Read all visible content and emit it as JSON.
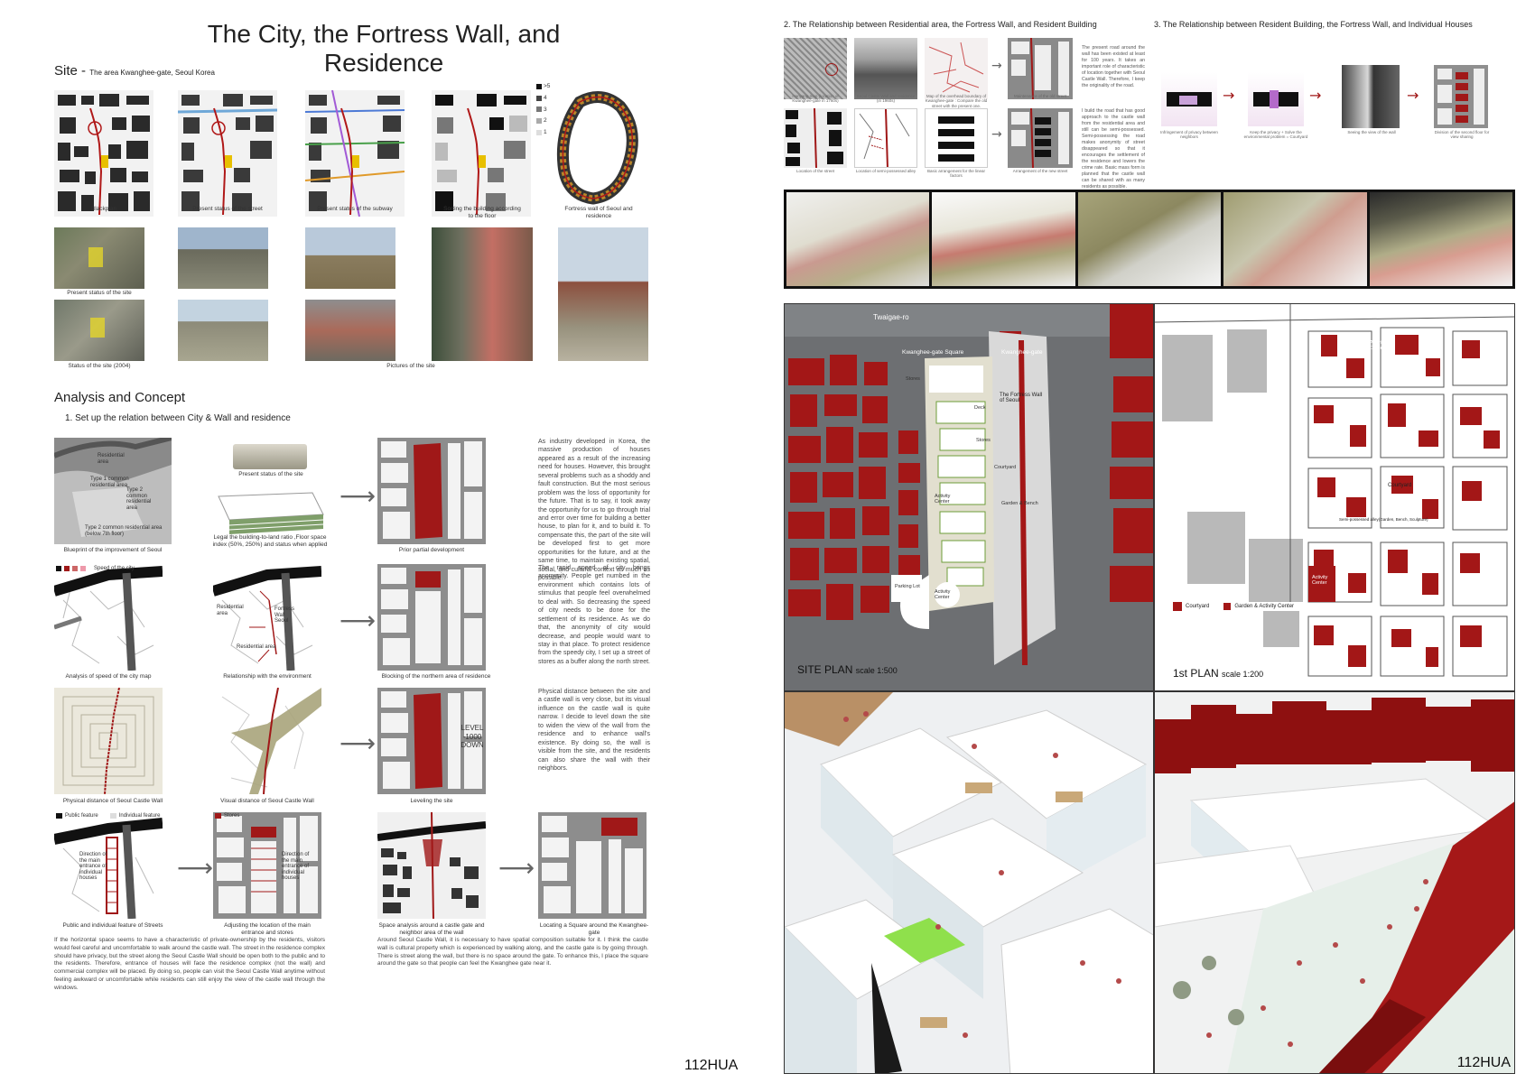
{
  "title": "The City, the Fortress Wall, and Residence",
  "site": {
    "heading": "Site -",
    "subheading": "The area Kwanghee-gate, Seoul Korea",
    "maps": [
      {
        "caption": "Blackplan"
      },
      {
        "caption": "Present status of the street"
      },
      {
        "caption": "Present status of the subway"
      },
      {
        "caption": "Sorting the building according to the floor"
      },
      {
        "caption": "Fortress wall of Seoul and residence"
      }
    ],
    "legend": [
      ">5",
      "4",
      "3",
      "2",
      "1"
    ],
    "photo_captions": {
      "present": "Present status of the site",
      "status2004": "Status of the site (2004)",
      "pictures": "Pictures of the site"
    }
  },
  "analysis": {
    "heading": "Analysis and Concept",
    "subheading": "1. Set up the relation between City & Wall  and residence",
    "row1": {
      "captions": [
        "Blueprint of the improvement of Seoul",
        "Present status of the site",
        "Legal the building-to-land ratio ,Floor space index (50%, 250%) and status when applied",
        "Prior partial development"
      ],
      "labels": [
        "Residential area",
        "Type 1 common residential area",
        "Type 2 common residential area",
        "Type 2 common residential area (below 7th floor)"
      ],
      "text": "As industry developed in Korea, the massive production of houses appeared as a result of the increasing need for houses. However, this brought several problems such as a shoddy and fault construction. But the most serious problem was the loss of opportunity for the future. That is to say, it took away the opportunity for us to go through trial and error over time for building a better house, to plan for it, and to build it. To compensate this, the part of the site will be developed first to get more opportunities for the future, and at the same time, to maintain existing spatial, social, and cultural context as much as possible."
    },
    "row2": {
      "captions": [
        "Analysis of speed of the city map",
        "Relationship with the environment",
        "Blocking of the northern area of residence"
      ],
      "labels": [
        "Speed of the city",
        "Residential area",
        "Fortress Wall Seoul",
        "Residential area"
      ],
      "text": "The rapid speed of city brings anonymity. People get numbed in the environment which contains lots of stimulus that people feel overwhelmed to deal with. So decreasing the speed of city needs to be done for the settlement of its residence. As we do that, the anonymity of city would decrease, and people would want to stay in that place. To protect residence from the speedy city, I set up a street of stores as a buffer along the north street."
    },
    "row3": {
      "captions": [
        "Physical distance of Seoul Castle Wall",
        "Visual distance of Seoul Castle Wall",
        "Leveling the site"
      ],
      "level": "LEVEL -1000 DOWN",
      "text": "Physical distance between the site and a castle wall is very close, but its visual influence on the castle wall is quite narrow. I decide to level down the site to widen the view of the wall from the residence and to enhance wall's existence. By doing so, the wall is visible from the site, and the residents can also share the wall with their neighbors."
    },
    "row4": {
      "captions": [
        "Public and individual feature of Streets",
        "Adjusting the location of the main entrance and stores",
        "Space analysis around a castle gate and neighbor area of the wall",
        "Locating a Square around the Kwanghee-gate"
      ],
      "labels": [
        "Public feature",
        "Individual feature",
        "Direction of the main entrance of individual houses",
        "Stores",
        "Direction of the main entrance of individual houses"
      ]
    },
    "bottom_text_left": "If the horizontal space seems to have a characteristic of private-ownership by the residents, visitors would feel careful and uncomfortable to walk around the castle wall. The street in the residence complex should have privacy, but the street along the Seoul Castle Wall should be open both to the public and to the residents. Therefore, entrance of houses will face the residence complex (not the wall) and commercial complex will be placed. By doing so, people can visit the Seoul Castle Wall anytime without feeling awkward or uncomfortable while residents can still enjoy the view of the castle wall through the windows.",
    "bottom_text_right": "Around Seoul Castle Wall, it is necessary to have spatial composition suitable for it. I think the castle wall is cultural property which is experienced by walking along, and the castle gate is by going through. There is street along the wall, but there is no space around the gate. To enhance this, I place the square around the gate so that people can feel the Kwanghee gate near it.",
    "code_left": "112HUA"
  },
  "right": {
    "heading2": "2. The Relationship between Residential area, the Fortress Wall, and Resident Building",
    "heading3": "3. The Relationship between Resident Building, the Fortress Wall, and Individual Houses",
    "s2_captions": [
      "Hanyang map (location of Kwanghee-gate in 1760s)",
      "Seoul Castle Wall and residence (in 1960s)",
      "Map of the overhead boundary of Kwanghee-gate : Compare the old street with the present one.",
      "Maintenance of the old street",
      "Location of the street",
      "Location of semi-possessed alley",
      "Basic arrangement for the linear factors",
      "Arrangement of the new street"
    ],
    "s2_text1": "The present road around the wall has been existed at least for 100 years. It takes an important role of characteristic of location together with Seoul Castle Wall. Therefore, I keep the originality of the road.",
    "s2_text2": "I build the road that has good approach to the castle wall from the residential area and still can be semi-possessed. Semi-possessing the road makes anonymity of street disappeared so that it encourages the settlement of the residence and lowers the crime rate. Basic mass form is planned that the castle wall can be shared with as many residents as possible.",
    "s3_captions": [
      "Infringement of privacy between neighbors",
      "Keep the privacy + Solve the environmental problem = Courtyard",
      "Seeing the view of the wall",
      "Division of the second floor for view sharing"
    ],
    "siteplan": {
      "road": "Twaigae-ro",
      "square": "Kwanghee-gate Square",
      "gate": "Kwanghee-gate",
      "wall": "The Fortress Wall of Seoul",
      "stores1": "Stores",
      "deck": "Deck",
      "stores2": "Stores",
      "courtyard": "Courtyard",
      "activity": "Activity Center",
      "garden": "Garden & Bench",
      "parking": "Parking Lot",
      "activity2": "Activity Center",
      "title": "SITE PLAN",
      "scale": "scale 1:500"
    },
    "firstplan": {
      "courtyard": "Courtyard",
      "alley": "Semi-possessed alley(Garden, Bench, Sculpture)",
      "activity_center": "Activity Center",
      "activity_center2": "Activity Center",
      "legend_courtyard": "Courtyard",
      "legend_garden": "Garden & Activity Center",
      "title": "1st PLAN",
      "scale": "scale 1:200"
    },
    "code_right": "112HUA"
  },
  "colors": {
    "accent_red": "#a01818",
    "map_grey": "#8f8f8f",
    "model_khaki": "#a7a47a"
  }
}
